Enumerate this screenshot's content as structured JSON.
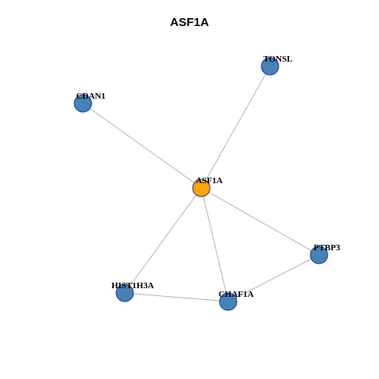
{
  "title": "ASF1A",
  "colors": {
    "center_node": "#FFA500",
    "neighbor_node": "#4682B4",
    "node_border": "#1b3fa8",
    "edge": "#b3b3b3"
  },
  "nodes": [
    {
      "id": "ASF1A",
      "label": "ASF1A",
      "role": "center"
    },
    {
      "id": "TONSL",
      "label": "TONSL",
      "role": "neighbor"
    },
    {
      "id": "CDAN1",
      "label": "CDAN1",
      "role": "neighbor"
    },
    {
      "id": "PTBP3",
      "label": "PTBP3",
      "role": "neighbor"
    },
    {
      "id": "HIST1H3A",
      "label": "HIST1H3A",
      "role": "neighbor"
    },
    {
      "id": "CHAF1A",
      "label": "CHAF1A",
      "role": "neighbor"
    }
  ],
  "edges": [
    [
      "ASF1A",
      "TONSL"
    ],
    [
      "ASF1A",
      "CDAN1"
    ],
    [
      "ASF1A",
      "PTBP3"
    ],
    [
      "ASF1A",
      "HIST1H3A"
    ],
    [
      "ASF1A",
      "CHAF1A"
    ],
    [
      "HIST1H3A",
      "CHAF1A"
    ],
    [
      "CHAF1A",
      "PTBP3"
    ]
  ]
}
